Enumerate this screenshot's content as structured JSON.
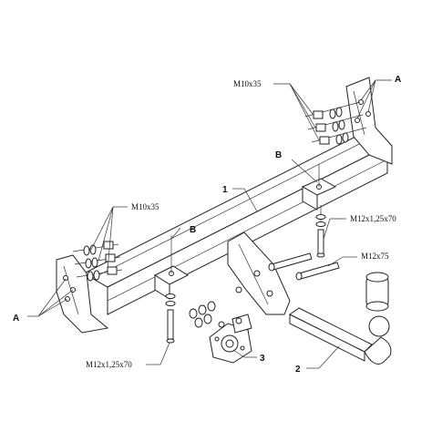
{
  "diagram": {
    "labels": {
      "m10x35_top": "M10x35",
      "a_top": "A",
      "b_right": "B",
      "part_1": "1",
      "m10x35_left": "M10x35",
      "b_left": "B",
      "m12x125x70_right": "M12x1,25x70",
      "m12x75": "M12x75",
      "a_left": "A",
      "m12x125x70_bottom": "M12x1,25x70",
      "part_3": "3",
      "part_2": "2"
    }
  }
}
